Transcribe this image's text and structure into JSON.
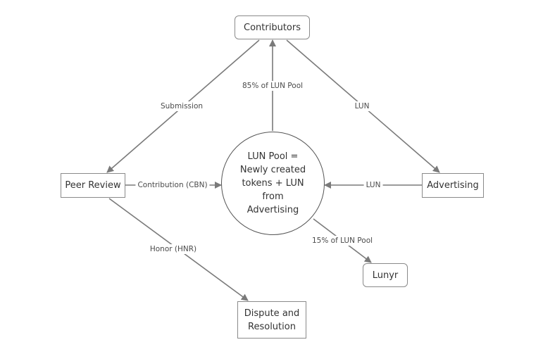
{
  "nodes": {
    "contributors": "Contributors",
    "peer_review": "Peer Review",
    "advertising": "Advertising",
    "lun_pool": "LUN Pool =\nNewly created\ntokens + LUN\nfrom\nAdvertising",
    "lunyr": "Lunyr",
    "dispute": "Dispute and\nResolution"
  },
  "edges": {
    "submission": "Submission",
    "pool_85": "85% of LUN Pool",
    "lun_to_advertising": "LUN",
    "contribution": "Contribution (CBN)",
    "lun_to_pool": "LUN",
    "pool_15": "15% of LUN Pool",
    "honor": "Honor (HNR)"
  },
  "colors": {
    "line": "#7a7a7a",
    "border": "#8a8a8a",
    "text": "#333333"
  }
}
